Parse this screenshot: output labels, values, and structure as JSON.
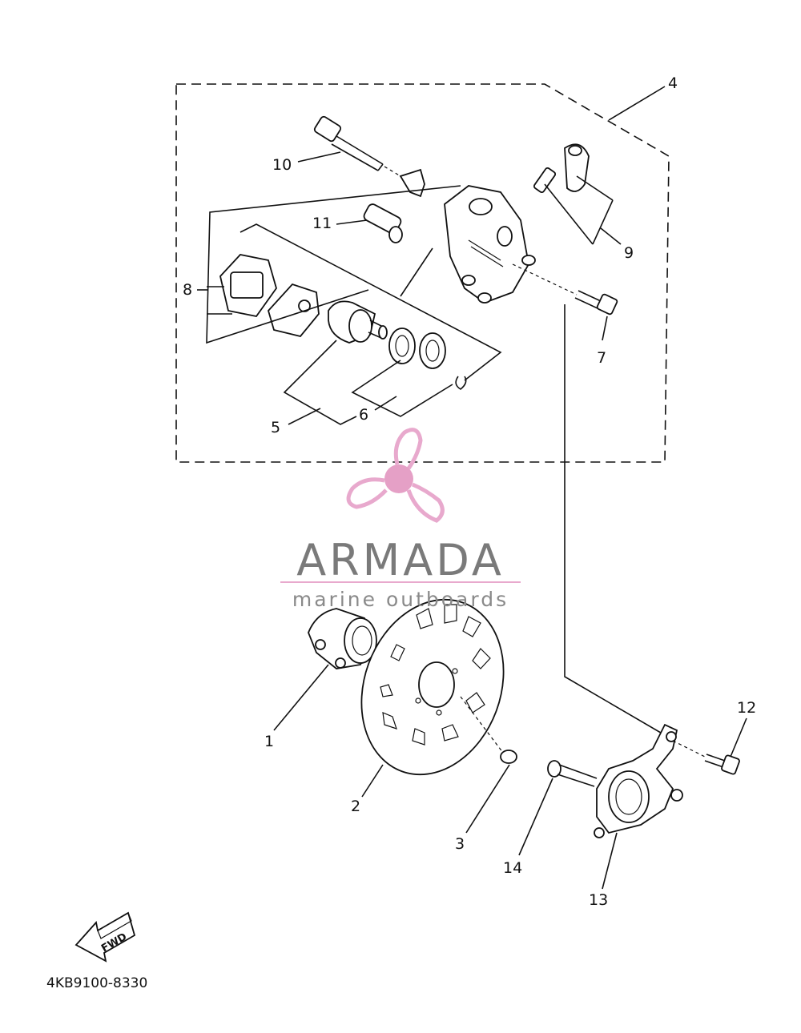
{
  "diagram": {
    "part_numbers": [
      "1",
      "2",
      "3",
      "4",
      "5",
      "6",
      "7",
      "8",
      "9",
      "10",
      "11",
      "12",
      "13",
      "14"
    ],
    "catalog_code": "4KB9100-8330",
    "fwd_label": "FWD"
  },
  "watermark": {
    "brand": "ARMADA",
    "tagline": "marine outboards",
    "logo_color": "#e8a9cd",
    "logo_dot_color": "#e5a0c6",
    "line_color": "#e8a9cd"
  }
}
